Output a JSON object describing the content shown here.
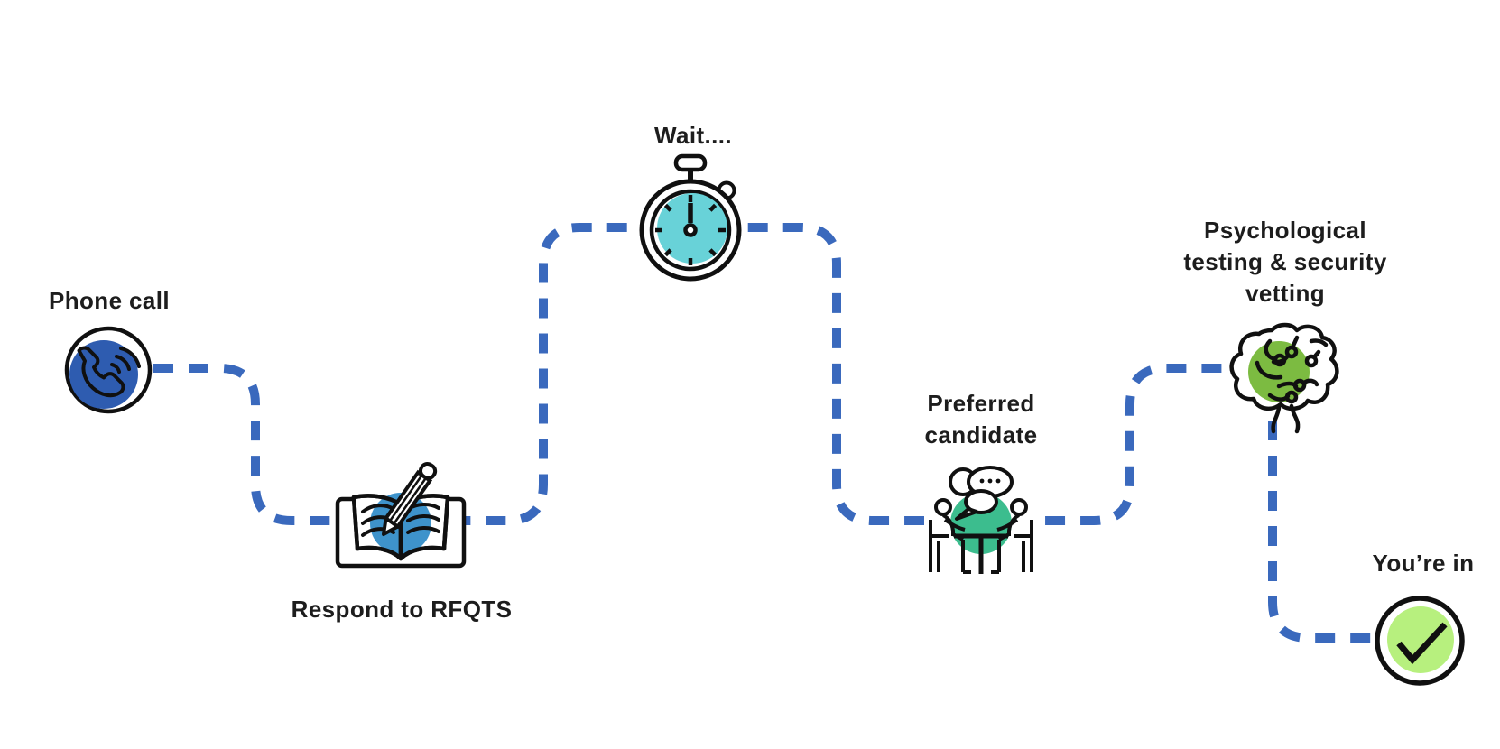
{
  "diagram": {
    "type": "process-flow",
    "background": "#ffffff",
    "path_color": "#3a69bd",
    "text_color": "#1d1d1d",
    "line_color": "#101010",
    "steps": [
      {
        "name": "phone-call",
        "label": "Phone call",
        "icon": "phone-icon",
        "accent": "#2e5cb0"
      },
      {
        "name": "respond-to-rfqts",
        "label": "Respond to RFQTS",
        "icon": "book-and-pencil-icon",
        "accent": "#3e93cb"
      },
      {
        "name": "wait",
        "label": "Wait....",
        "icon": "stopwatch-icon",
        "accent": "#68d2d8"
      },
      {
        "name": "preferred-candidate",
        "lines": [
          "Preferred",
          "candidate"
        ],
        "icon": "interview-table-icon",
        "accent": "#3cbd8e"
      },
      {
        "name": "psychological-testing-security-vetting",
        "lines": [
          "Psychological",
          "testing & security",
          "vetting"
        ],
        "icon": "brain-circuit-icon",
        "accent": "#7cbb41"
      },
      {
        "name": "youre-in",
        "label": "You’re in",
        "icon": "checkmark-circle-icon",
        "accent": "#b7f07e"
      }
    ]
  }
}
